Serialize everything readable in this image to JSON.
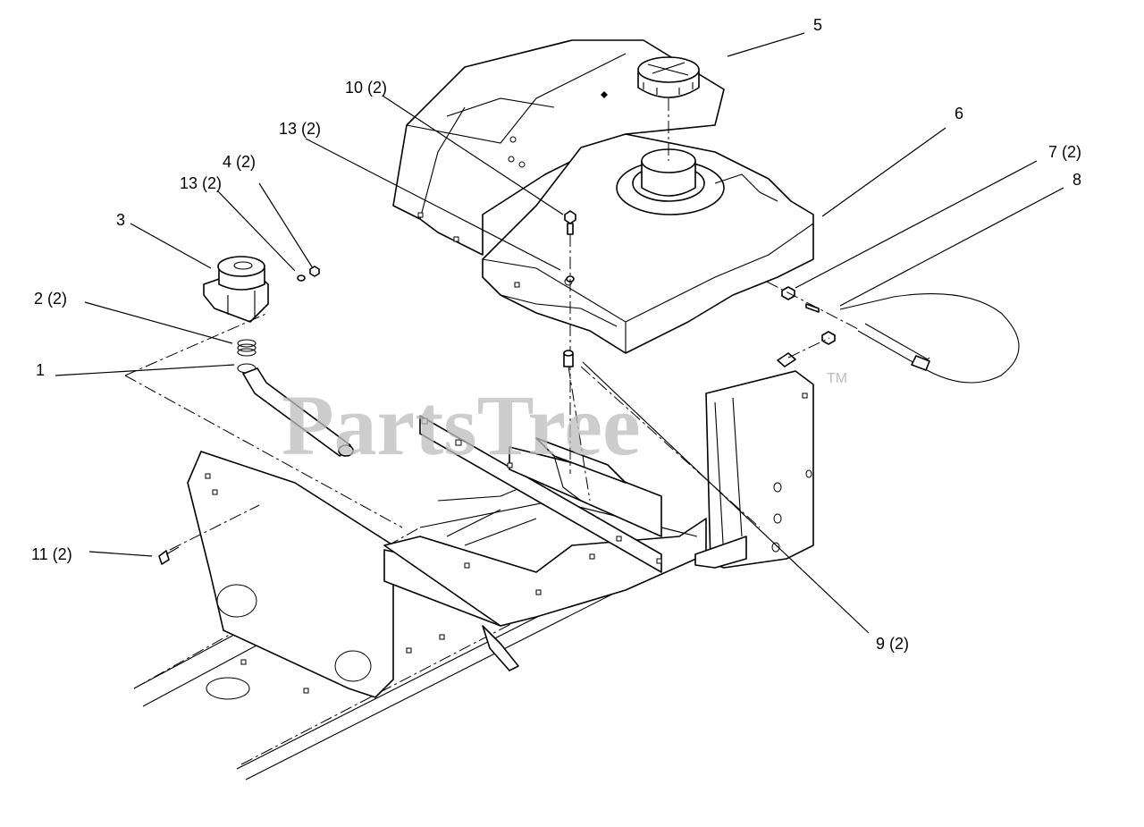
{
  "watermark": {
    "text": "PartsTree",
    "trademark": "TM"
  },
  "callouts": {
    "c1": "1",
    "c2": "2 (2)",
    "c3": "3",
    "c4": "4 (2)",
    "c5": "5",
    "c6": "6",
    "c7": "7 (2)",
    "c8": "8",
    "c9": "9 (2)",
    "c10": "10 (2)",
    "c11": "11 (2)",
    "c13a": "13 (2)",
    "c13b": "13 (2)"
  }
}
